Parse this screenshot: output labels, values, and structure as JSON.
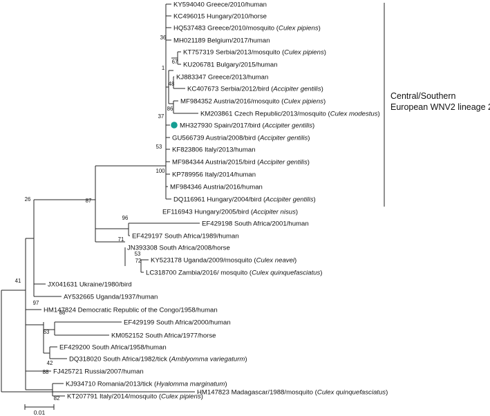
{
  "taxa": [
    {
      "id": "t1",
      "acc": "KY594040",
      "text": "Greece/2010/human"
    },
    {
      "id": "t2",
      "acc": "KC496015",
      "text": "Hungary/2010/horse"
    },
    {
      "id": "t3",
      "acc": "HQ537483",
      "text": "Greece/2010/mosquito",
      "host": "Culex pipiens"
    },
    {
      "id": "t4",
      "acc": "MH021189",
      "text": "Belgium/2017/human"
    },
    {
      "id": "t5",
      "acc": "KT757319",
      "text": "Serbia/2013/mosquito",
      "host": "Culex pipiens"
    },
    {
      "id": "t6",
      "acc": "KU206781",
      "text": "Bulgary/2015/human"
    },
    {
      "id": "t7",
      "acc": "KJ883347",
      "text": "Greece/2013/human"
    },
    {
      "id": "t8",
      "acc": "KC407673",
      "text": "Serbia/2012/bird",
      "host": "Accipiter gentilis"
    },
    {
      "id": "t9",
      "acc": "MF984352",
      "text": "Austria/2016/mosquito",
      "host": "Culex pipiens"
    },
    {
      "id": "t10",
      "acc": "KM203861",
      "text": "Czech Republic/2013/mosquito",
      "host": "Culex modestus"
    },
    {
      "id": "t11",
      "acc": "MH327930",
      "text": "Spain/2017/bird",
      "host": "Accipiter gentilis",
      "highlight": true
    },
    {
      "id": "t12",
      "acc": "GU566739",
      "text": "Austria/2008/bird",
      "host": "Accipiter gentilis"
    },
    {
      "id": "t13",
      "acc": "KF823806",
      "text": "Italy/2013/human"
    },
    {
      "id": "t14",
      "acc": "MF984344",
      "text": "Austria/2015/bird",
      "host": "Accipiter gentilis"
    },
    {
      "id": "t15",
      "acc": "KP789956",
      "text": "Italy/2014/human"
    },
    {
      "id": "t16",
      "acc": "MF984346",
      "text": "Austria/2016/human"
    },
    {
      "id": "t17",
      "acc": "DQ116961",
      "text": "Hungary/2004/bird",
      "host": "Accipiter gentilis"
    },
    {
      "id": "t18",
      "acc": "EF116943",
      "text": "Hungary/2005/bird",
      "host": "Accipiter nisus"
    },
    {
      "id": "t19",
      "acc": "EF429198",
      "text": "South Africa/2001/human"
    },
    {
      "id": "t20",
      "acc": "EF429197",
      "text": "South Africa/1989/human"
    },
    {
      "id": "t21",
      "acc": "JN393308",
      "text": "South Africa/2008/horse"
    },
    {
      "id": "t22",
      "acc": "KY523178",
      "text": "Uganda/2009/mosquito",
      "host": "Culex neavei"
    },
    {
      "id": "t23",
      "acc": "LC318700",
      "text": "Zambia/2016/ mosquito",
      "host": "Culex quinquefasciatus"
    },
    {
      "id": "t24",
      "acc": "JX041631",
      "text": "Ukraine/1980/bird"
    },
    {
      "id": "t25",
      "acc": "AY532665",
      "text": "Uganda/1937/human"
    },
    {
      "id": "t26",
      "acc": "HM147824",
      "text": "Democratic Republic of the Congo/1958/human"
    },
    {
      "id": "t27",
      "acc": "EF429199",
      "text": "South Africa/2000/human"
    },
    {
      "id": "t28",
      "acc": "KM052152",
      "text": "South Africa/1977/horse"
    },
    {
      "id": "t29",
      "acc": "EF429200",
      "text": "South Africa/1958/human"
    },
    {
      "id": "t30",
      "acc": "DQ318020",
      "text": "South Africa/1982/tick",
      "host": "Amblyomma variegaturm"
    },
    {
      "id": "t31",
      "acc": "FJ425721",
      "text": "Russia/2007/human"
    },
    {
      "id": "t32",
      "acc": "KJ934710",
      "text": "Romania/2013/tick",
      "host": "Hyalomma marginatum"
    },
    {
      "id": "t33",
      "acc": "KT207791",
      "text": "Italy/2014/mosquito",
      "host": "Culex pipiens"
    },
    {
      "id": "t34",
      "acc": "HM147823",
      "text": "Madagascar/1988/mosquito",
      "host": "Culex quinquefasciatus"
    }
  ],
  "bootstrap": [
    {
      "node": "b36",
      "value": "36"
    },
    {
      "node": "b67",
      "value": "67"
    },
    {
      "node": "b1",
      "value": "1"
    },
    {
      "node": "b48",
      "value": "48"
    },
    {
      "node": "b86",
      "value": "86"
    },
    {
      "node": "b37",
      "value": "37"
    },
    {
      "node": "b53a",
      "value": "53"
    },
    {
      "node": "b100",
      "value": "100"
    },
    {
      "node": "b87",
      "value": "87"
    },
    {
      "node": "b96",
      "value": "96"
    },
    {
      "node": "b71",
      "value": "71"
    },
    {
      "node": "b53b",
      "value": "53"
    },
    {
      "node": "b72",
      "value": "72"
    },
    {
      "node": "b26",
      "value": "26"
    },
    {
      "node": "b97",
      "value": "97"
    },
    {
      "node": "b41",
      "value": "41"
    },
    {
      "node": "b88a",
      "value": "88"
    },
    {
      "node": "b63",
      "value": "63"
    },
    {
      "node": "b42",
      "value": "42"
    },
    {
      "node": "b88b",
      "value": "88"
    },
    {
      "node": "b82",
      "value": "82"
    }
  ],
  "clade_label": [
    "Central/Southern",
    "European WNV2 lineage 2"
  ],
  "scale_bar": {
    "label": "0.01"
  },
  "colors": {
    "highlight": "#159e93",
    "line": "#222222"
  }
}
